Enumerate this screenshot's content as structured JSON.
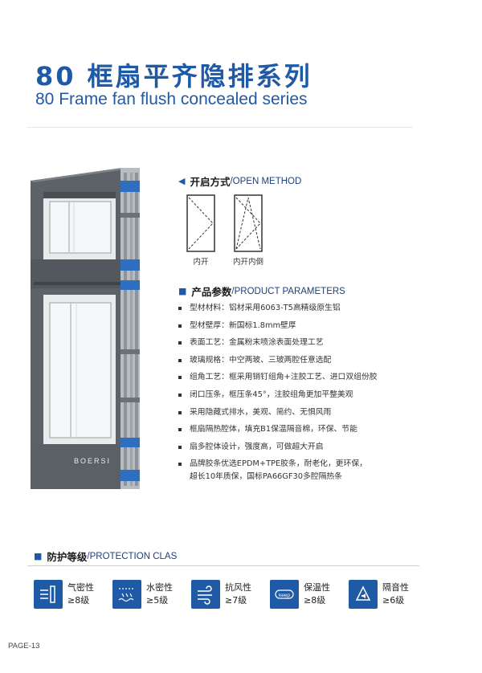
{
  "title": {
    "cn": "80 框扇平齐隐排系列",
    "en": "80 Frame fan flush concealed series"
  },
  "product": {
    "brand_mark": "BOERSI"
  },
  "open_method": {
    "marker": "◀",
    "title_cn": "开启方式",
    "title_en": "/OPEN METHOD",
    "items": [
      {
        "label": "内开",
        "icon": "inward-opening-window-icon"
      },
      {
        "label": "内开内倒",
        "icon": "tilt-and-turn-window-icon"
      }
    ]
  },
  "parameters": {
    "marker": "■",
    "title_cn": "产品参数",
    "title_en": "/PRODUCT PARAMETERS",
    "items": [
      "型材材料：铝材采用6063-T5高精级原生铝",
      "型材壁厚：新国标1.8mm壁厚",
      "表面工艺：金属粉末喷涂表面处理工艺",
      "玻璃规格：中空两玻、三玻两腔任意选配",
      "组角工艺：框采用销钉组角+注胶工艺、进口双组份胶",
      "闭口压条，框压条45°，注胶组角更加平整美观",
      "采用隐藏式排水，美观、简约、无惧风雨",
      "框扇隔热腔体，填充B1保温隔音棉，环保、节能",
      "扇多腔体设计，强度高，可做超大开启",
      "品牌胶条优选EPDM+TPE胶条，耐老化，更环保，\n超长10年质保，国标PA66GF30多腔隔热条"
    ]
  },
  "protection": {
    "marker": "■",
    "title_cn": "防护等级",
    "title_en": "/PROTECTION CLAS",
    "items": [
      {
        "name": "气密性",
        "level": "≥8级",
        "icon": "air-tightness-icon"
      },
      {
        "name": "水密性",
        "level": "≥5级",
        "icon": "water-tightness-icon"
      },
      {
        "name": "抗风性",
        "level": "≥7级",
        "icon": "wind-resistance-icon"
      },
      {
        "name": "保温性",
        "level": "≥8级",
        "icon": "thermal-insulation-icon",
        "badge_text": "keep"
      },
      {
        "name": "隔音性",
        "level": "≥6级",
        "icon": "sound-insulation-icon"
      }
    ]
  },
  "page": "PAGE-13",
  "colors": {
    "accent_blue": "#1f5aa6",
    "profile_gray": "#5c6268",
    "frame_dark": "#3f4448"
  }
}
